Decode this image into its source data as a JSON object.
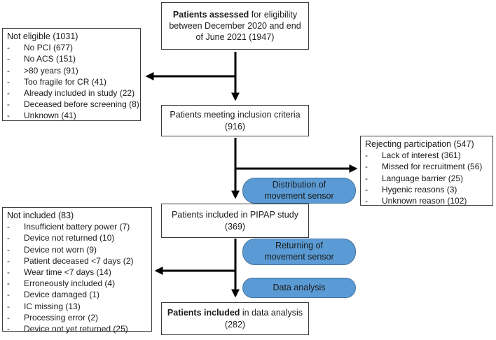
{
  "assessed": {
    "bold": "Patients assessed",
    "rest": " for eligibility",
    "line2": "between December 2020 and end",
    "line3": "of June 2021 (1947)"
  },
  "not_eligible": {
    "title": "Not eligible (1031)",
    "items": [
      "No PCI (677)",
      "No ACS (151)",
      ">80 years (91)",
      "Too fragile for CR (41)",
      "Already included in study (22)",
      "Deceased before screening (8)",
      "Unknown (41)"
    ]
  },
  "meeting": {
    "line1": "Patients meeting inclusion criteria",
    "line2": "(916)"
  },
  "rejecting": {
    "title": "Rejecting participation (547)",
    "items": [
      "Lack of interest (361)",
      "Missed for recruitment (56)",
      "Language barrier (25)",
      "Hygenic reasons (3)",
      "Unknown reason (102)"
    ]
  },
  "pills": {
    "distribution": {
      "line1": "Distribution of",
      "line2": "movement sensor"
    },
    "returning": {
      "line1": "Returning of",
      "line2": "movement sensor"
    },
    "analysis": {
      "label": "Data analysis"
    }
  },
  "included_pipap": {
    "line1": "Patients included in PIPAP study",
    "line2": "(369)"
  },
  "not_included": {
    "title": "Not included (83)",
    "items": [
      "Insufficient battery power (7)",
      "Device not returned (10)",
      "Device not worn (9)",
      "Patient deceased <7 days (2)",
      "Wear time <7 days (14)",
      "Erroneously included (4)",
      "Device damaged (1)",
      "IC missing (13)",
      "Processing error (2)",
      "Device not yet returned (25)"
    ]
  },
  "final": {
    "bold": "Patients included",
    "rest": " in data analysis",
    "line2": "(282)"
  },
  "colors": {
    "pill_fill": "#5b9bd5",
    "pill_border": "#41719c",
    "arrow": "#000000"
  }
}
